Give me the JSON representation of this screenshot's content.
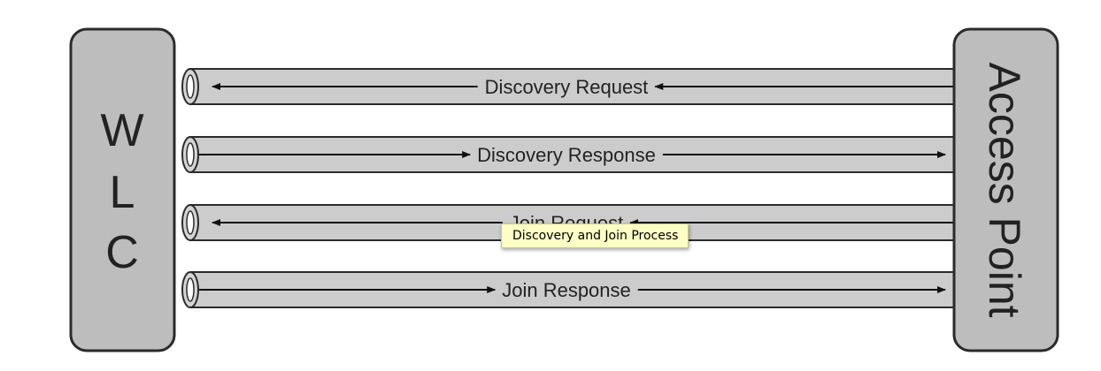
{
  "diagram": {
    "wlc_letters": [
      "W",
      "L",
      "C"
    ],
    "access_point_label": "Access Point",
    "messages": [
      {
        "label": "Discovery Request",
        "direction": "to-wlc"
      },
      {
        "label": "Discovery Response",
        "direction": "to-ap"
      },
      {
        "label": "Join Request",
        "direction": "to-wlc"
      },
      {
        "label": "Join Response",
        "direction": "to-ap"
      }
    ],
    "colors": {
      "box_fill": "#bdbdbd",
      "tube_fill": "#cccccc",
      "outline": "#2b2b2b",
      "tooltip_bg": "#fdfdc6"
    }
  },
  "tooltip": {
    "text": "Discovery and Join Process"
  }
}
